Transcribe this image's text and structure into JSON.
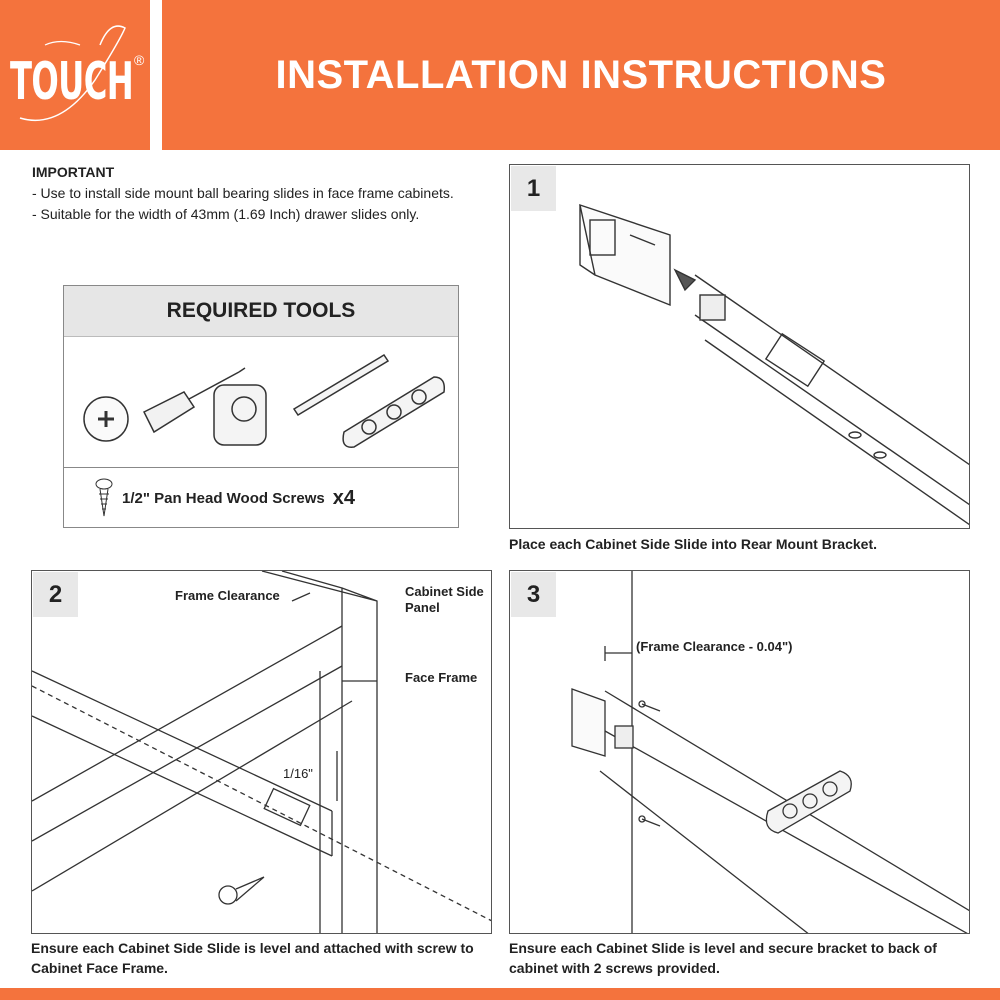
{
  "brand": {
    "logo": "TOUCH",
    "registered": "®"
  },
  "header": {
    "title": "INSTALLATION INSTRUCTIONS"
  },
  "important": {
    "heading": "IMPORTANT",
    "lines": [
      "- Use to install side mount ball bearing slides in face frame cabinets.",
      "- Suitable for the width of 43mm (1.69 Inch) drawer slides only."
    ]
  },
  "tools": {
    "heading": "REQUIRED TOOLS",
    "screws_label": "1/2\" Pan Head Wood Screws",
    "screws_qty": "x4"
  },
  "steps": [
    {
      "number": "1",
      "caption": "Place each Cabinet Side Slide into Rear Mount Bracket."
    },
    {
      "number": "2",
      "caption": "Ensure each Cabinet Side Slide is level and attached with  screw to Cabinet Face Frame.",
      "labels": {
        "frame_clearance": "Frame Clearance",
        "cabinet_side_panel": "Cabinet Side Panel",
        "face_frame": "Face Frame",
        "gap": "1/16\""
      }
    },
    {
      "number": "3",
      "caption": "Ensure each Cabinet Slide is level and secure bracket to back of cabinet with 2 screws provided.",
      "labels": {
        "frame_clearance": "(Frame Clearance - 0.04\")"
      }
    }
  ],
  "colors": {
    "brand_orange": "#F4733D"
  }
}
